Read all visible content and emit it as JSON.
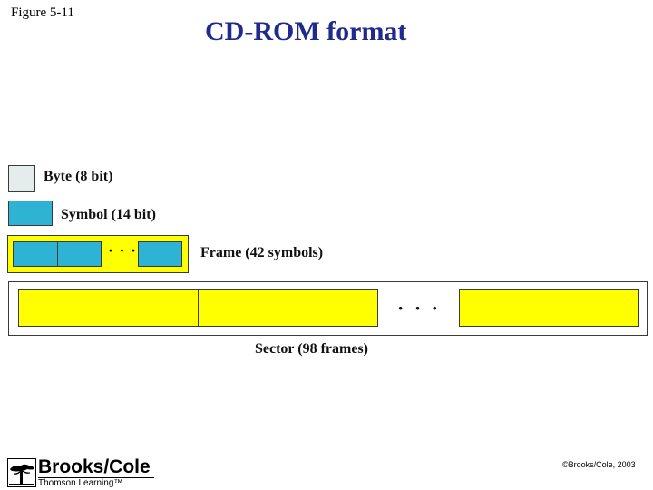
{
  "figure_label": "Figure 5-11",
  "title": "CD-ROM format",
  "colors": {
    "title": "#1f2a8c",
    "byte_fill": "#e4ecec",
    "symbol_fill": "#2fb3d5",
    "frame_fill": "#ffff00",
    "outline": "#3a3a3a"
  },
  "legend": {
    "byte_label": "Byte (8 bit)",
    "symbol_label": "Symbol (14 bit)",
    "frame_label": "Frame (42 symbols)",
    "frame_ellipsis": "· · ·",
    "sector_label": "Sector  (98 frames)",
    "sector_ellipsis": "· · ·"
  },
  "footer": {
    "publisher": "Brooks/Cole",
    "publisher_sub": "Thomson Learning™",
    "copyright": "©Brooks/Cole, 2003"
  },
  "icons": {
    "publisher_logo": "tree-icon"
  }
}
